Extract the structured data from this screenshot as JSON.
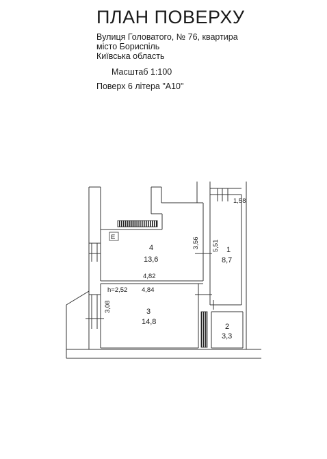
{
  "header": {
    "title": "ПЛАН ПОВЕРХУ",
    "address_line1": "Вулиця Головатого, № 76, квартира",
    "address_line2": "місто Бориспіль",
    "address_line3": "Київська область",
    "scale": "Масштаб 1:100",
    "floor": "Поверх 6 літера \"А10\""
  },
  "plan": {
    "rooms": [
      {
        "number": "1",
        "area": "8,7"
      },
      {
        "number": "2",
        "area": "3,3"
      },
      {
        "number": "3",
        "area": "14,8"
      },
      {
        "number": "4",
        "area": "13,6"
      }
    ],
    "dimensions": {
      "room4_width": "4,82",
      "room4_height": "3,56",
      "room3_width": "4,84",
      "room3_height": "3,08",
      "room1_height": "5,51",
      "ceiling_height": "h=2,52",
      "corridor_label": "1,58"
    },
    "stove_mark": "Е"
  }
}
